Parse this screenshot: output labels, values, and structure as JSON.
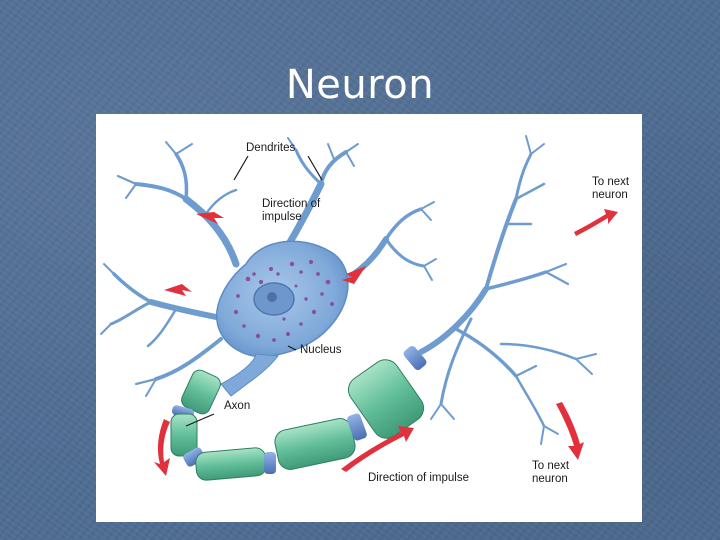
{
  "slide": {
    "title": "Neuron"
  },
  "diagram": {
    "labels": {
      "dendrites": "Dendrites",
      "direction_of_impulse_top_line1": "Direction of",
      "direction_of_impulse_top_line2": "impulse",
      "nucleus": "Nucleus",
      "axon": "Axon",
      "direction_of_impulse_bottom": "Direction of impulse",
      "to_next_neuron_top_line1": "To next",
      "to_next_neuron_top_line2": "neuron",
      "to_next_neuron_bottom_line1": "To next",
      "to_next_neuron_bottom_line2": "neuron"
    },
    "colors": {
      "background": "#4f6d93",
      "cell_body": "#7fa9d9",
      "dendrite": "#6e9ccf",
      "myelin": "#63bf9a",
      "node": "#5f83c4",
      "arrow": "#e0313d",
      "nucleus_granules": "#8a4f9e"
    }
  }
}
